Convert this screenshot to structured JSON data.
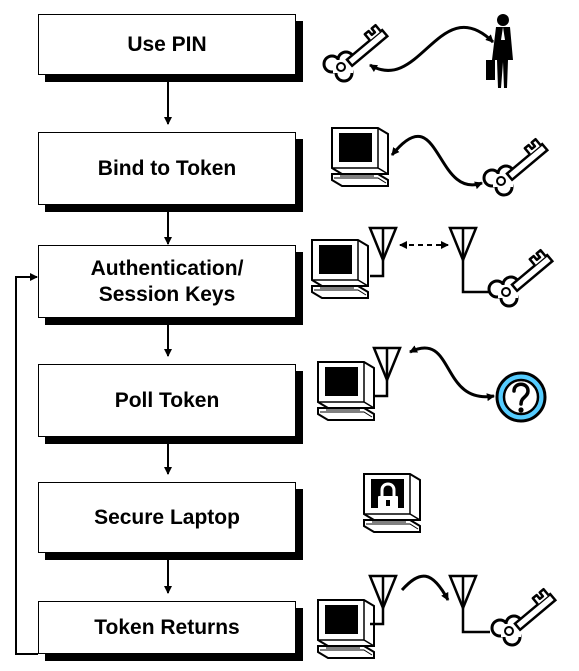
{
  "steps": [
    {
      "label": "Use PIN"
    },
    {
      "label": "Bind to Token"
    },
    {
      "label_line1": "Authentication/",
      "label_line2": "Session Keys"
    },
    {
      "label": "Poll Token"
    },
    {
      "label": "Secure Laptop"
    },
    {
      "label": "Token Returns"
    }
  ],
  "illustrations": [
    {
      "step": 1,
      "icons": [
        "key-icon",
        "businessman-icon"
      ],
      "link": "bidirectional-curve"
    },
    {
      "step": 2,
      "icons": [
        "laptop-icon",
        "key-icon"
      ],
      "link": "bidirectional-curve"
    },
    {
      "step": 3,
      "icons": [
        "laptop-icon",
        "antenna-icon",
        "antenna-icon",
        "key-icon"
      ],
      "link": "dashed-bidirectional-arrow"
    },
    {
      "step": 4,
      "icons": [
        "laptop-icon",
        "antenna-icon",
        "question-mark-icon"
      ],
      "link": "bidirectional-curve"
    },
    {
      "step": 5,
      "icons": [
        "locked-laptop-icon"
      ]
    },
    {
      "step": 6,
      "icons": [
        "laptop-icon",
        "antenna-icon",
        "antenna-icon",
        "key-icon"
      ],
      "link": "curve"
    }
  ],
  "colors": {
    "question_badge": "#55ccff",
    "stroke": "#000000"
  }
}
